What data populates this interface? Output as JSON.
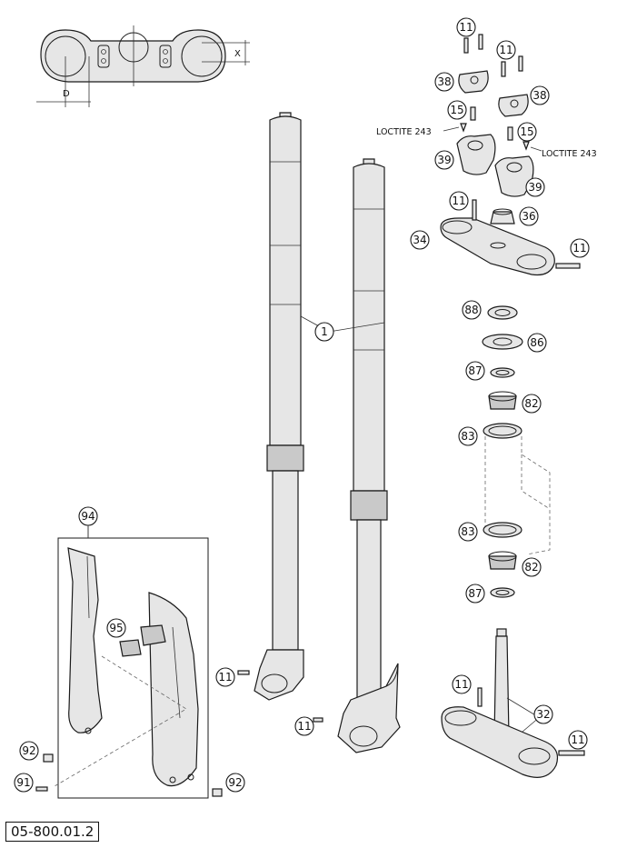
{
  "drawing_number": "05-800.01.2",
  "dimension_labels": {
    "d": "D",
    "x": "X"
  },
  "notes": [
    {
      "id": "loctite-left",
      "text": "LOCTITE 243"
    },
    {
      "id": "loctite-right",
      "text": "LOCTITE 243"
    }
  ],
  "callouts": [
    {
      "id": "c11a",
      "label": "11"
    },
    {
      "id": "c11b",
      "label": "11"
    },
    {
      "id": "c38a",
      "label": "38"
    },
    {
      "id": "c38b",
      "label": "38"
    },
    {
      "id": "c15a",
      "label": "15"
    },
    {
      "id": "c15b",
      "label": "15"
    },
    {
      "id": "c39a",
      "label": "39"
    },
    {
      "id": "c39b",
      "label": "39"
    },
    {
      "id": "c11c",
      "label": "11"
    },
    {
      "id": "c36",
      "label": "36"
    },
    {
      "id": "c34",
      "label": "34"
    },
    {
      "id": "c11d",
      "label": "11"
    },
    {
      "id": "c1",
      "label": "1"
    },
    {
      "id": "c88",
      "label": "88"
    },
    {
      "id": "c86",
      "label": "86"
    },
    {
      "id": "c87a",
      "label": "87"
    },
    {
      "id": "c82a",
      "label": "82"
    },
    {
      "id": "c83a",
      "label": "83"
    },
    {
      "id": "c83b",
      "label": "83"
    },
    {
      "id": "c82b",
      "label": "82"
    },
    {
      "id": "c87b",
      "label": "87"
    },
    {
      "id": "c94",
      "label": "94"
    },
    {
      "id": "c95",
      "label": "95"
    },
    {
      "id": "c11e",
      "label": "11"
    },
    {
      "id": "c11f",
      "label": "11"
    },
    {
      "id": "c11g",
      "label": "11"
    },
    {
      "id": "c32",
      "label": "32"
    },
    {
      "id": "c11h",
      "label": "11"
    },
    {
      "id": "c92a",
      "label": "92"
    },
    {
      "id": "c91",
      "label": "91"
    },
    {
      "id": "c92b",
      "label": "92"
    }
  ]
}
